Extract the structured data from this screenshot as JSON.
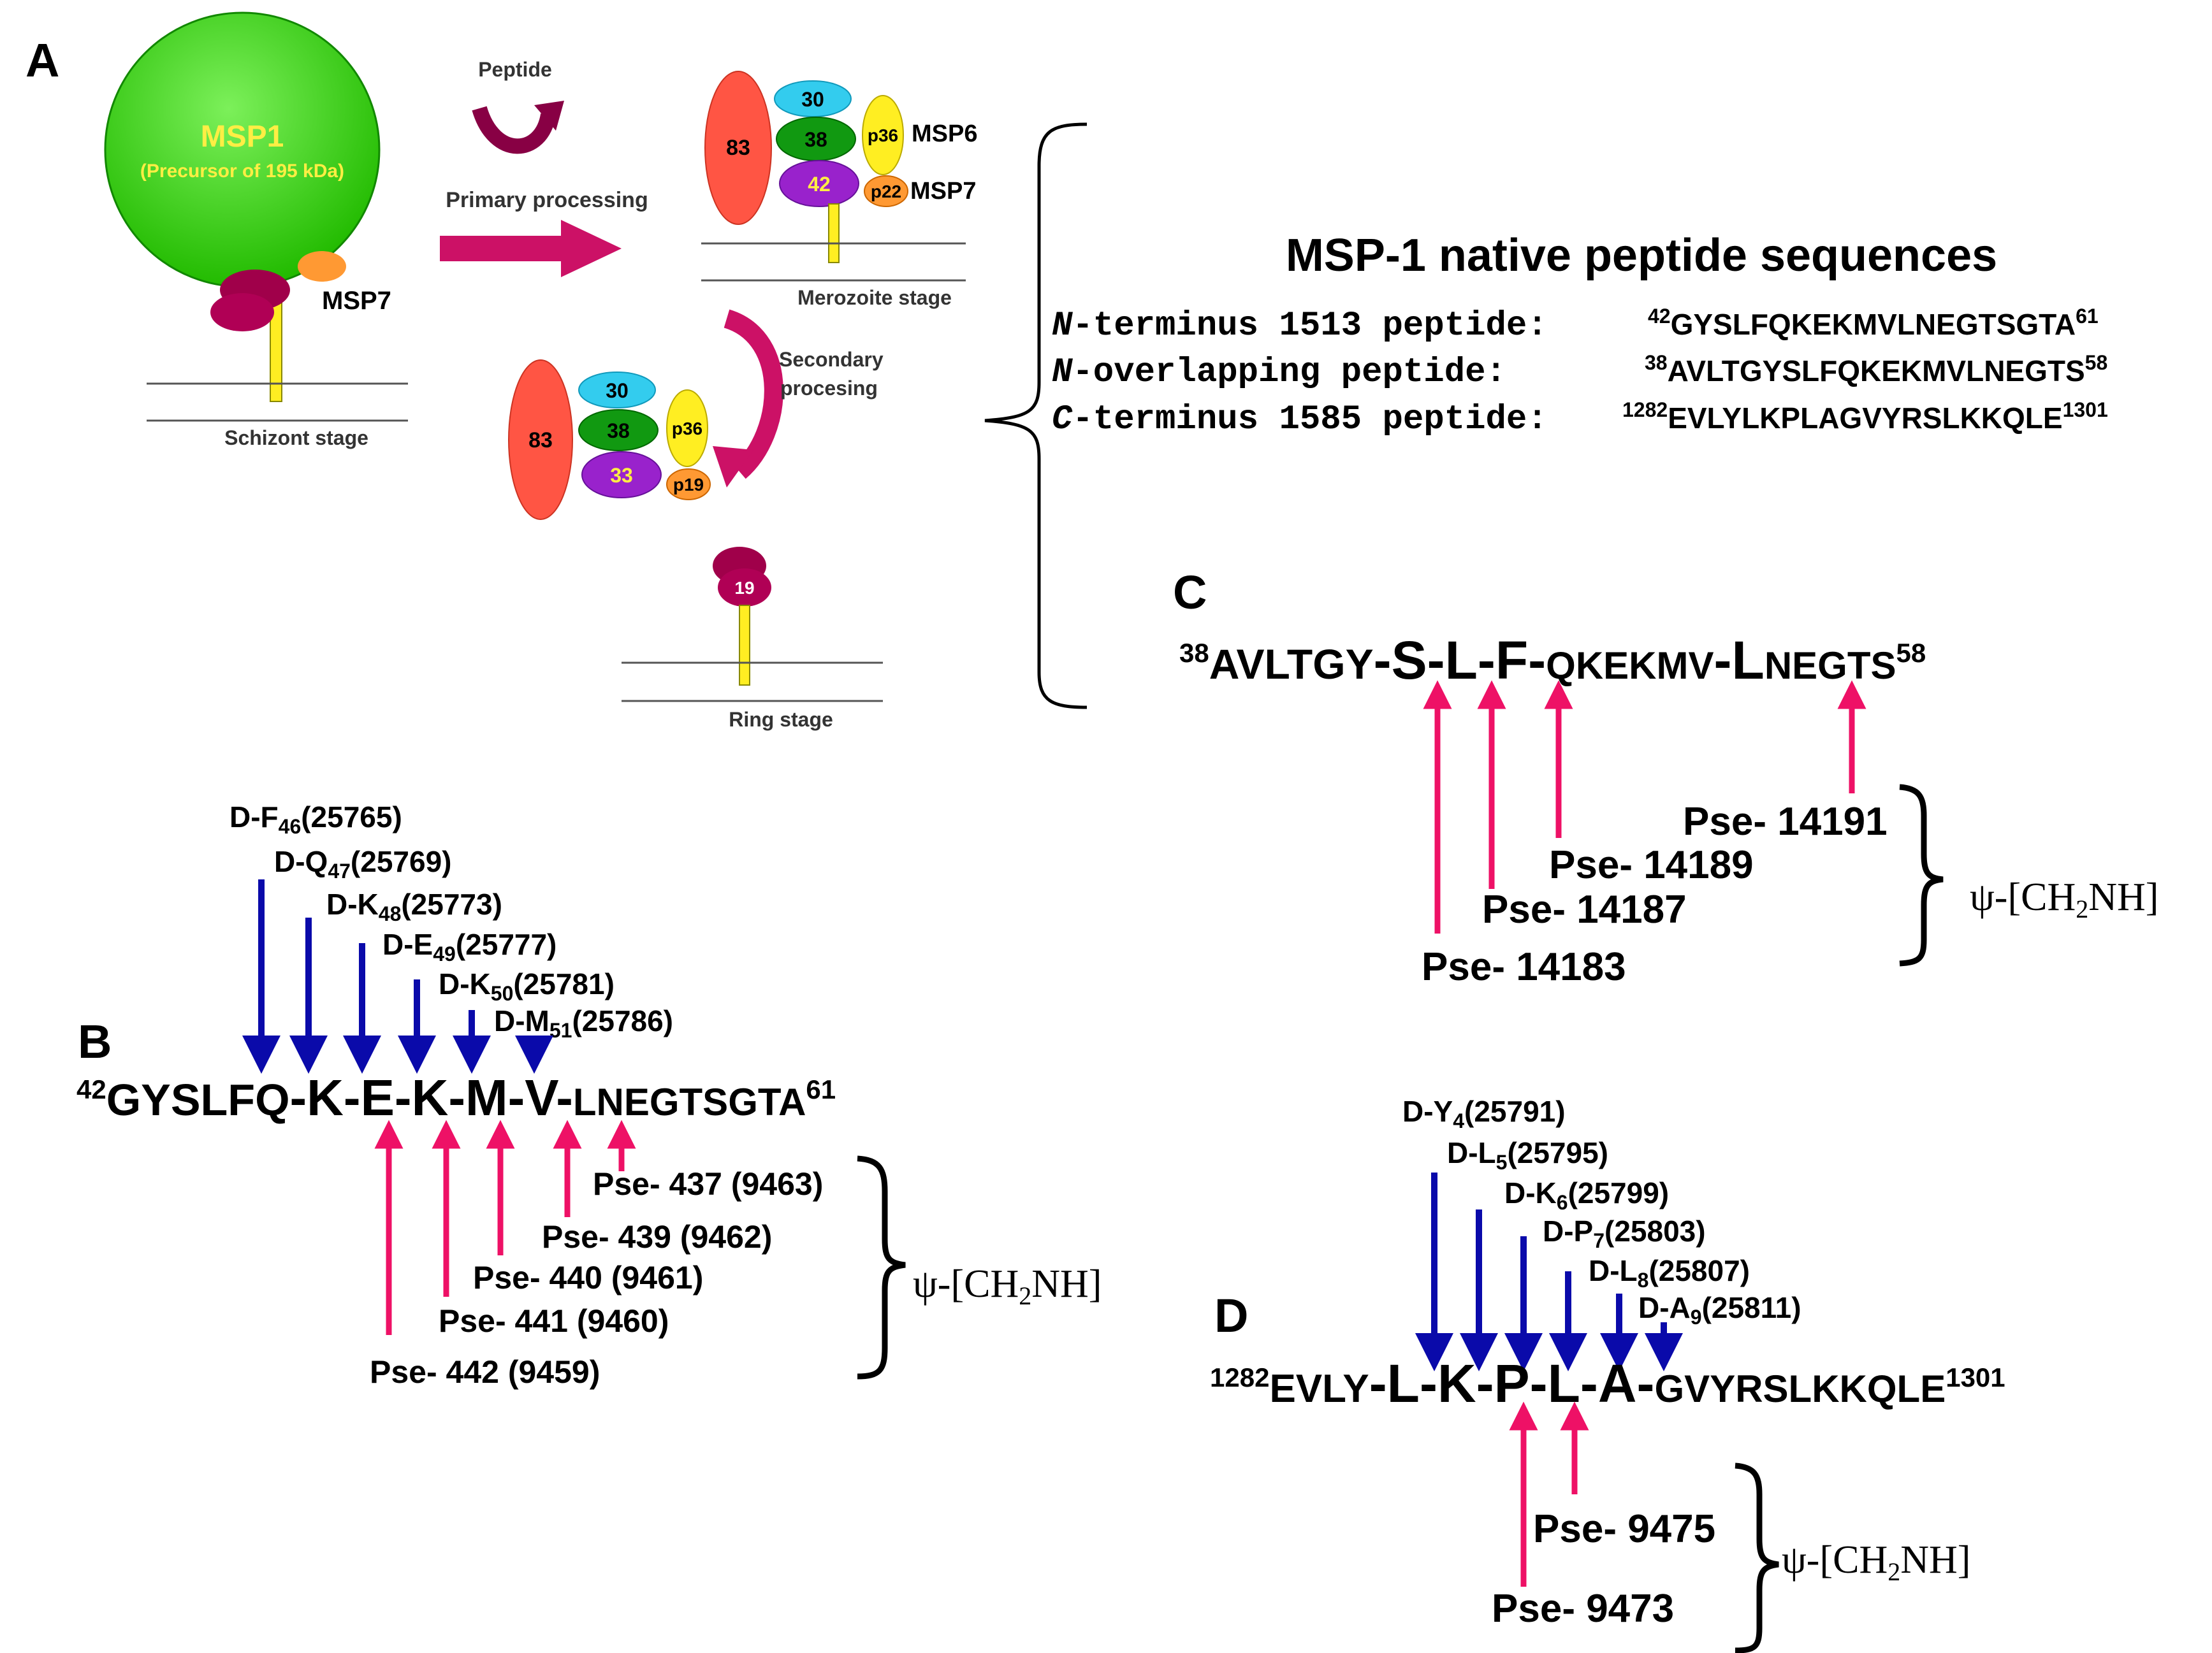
{
  "panel_a": {
    "letter": "A",
    "msp1_title": "MSP1",
    "msp1_subtitle": "(Precursor  of 195 kDa)",
    "msp7_label": "MSP7",
    "schizont_label": "Schizont stage",
    "peptide_label": "Peptide",
    "primary_label": "Primary processing",
    "merozoite_label": "Merozoite stage",
    "secondary_label_1": "Secondary",
    "secondary_label_2": "procesing",
    "ring_label": "Ring stage",
    "frag_83": "83",
    "frag_30": "30",
    "frag_38": "38",
    "frag_42": "42",
    "frag_33": "33",
    "frag_19": "19",
    "p36": "p36",
    "p22": "p22",
    "p19": "p19",
    "msp6_label": "MSP6",
    "msp7_label_2": "MSP7",
    "colors": {
      "msp1": "#33cc00",
      "red": "#ff5544",
      "cyan": "#33ccee",
      "green": "#119911",
      "purple": "#9922cc",
      "yellow": "#ffee22",
      "orange": "#ff9933",
      "magenta": "#aa0055",
      "arrow": "#cc1166"
    }
  },
  "native": {
    "title": "MSP-1 native peptide sequences",
    "rows": [
      {
        "italic": "N",
        "label": "-terminus 1513 peptide:",
        "start": "42",
        "seq": "GYSLFQKEKMVLNEGTSGTA",
        "end": "61"
      },
      {
        "italic": "N",
        "label": "-overlapping peptide:",
        "start": "38",
        "seq": "AVLTGYSLFQKEKMVLNEGTS",
        "end": "58"
      },
      {
        "italic": "C",
        "label": "-terminus 1585 peptide:",
        "start": "1282",
        "seq": "EVLYLKPLAGVYRSLKKQLE",
        "end": "1301"
      }
    ]
  },
  "panel_b": {
    "letter": "B",
    "seq_start": "42",
    "seq_a": "GYSLFQ",
    "seq_b": "-K-E-K-M-V-",
    "seq_c": "LNEGTSGTA",
    "seq_end": "61",
    "d_labels": [
      {
        "p": "D-F",
        "s": "46",
        "n": "(25765)"
      },
      {
        "p": "D-Q",
        "s": "47",
        "n": "(25769)"
      },
      {
        "p": "D-K",
        "s": "48",
        "n": "(25773)"
      },
      {
        "p": "D-E",
        "s": "49",
        "n": "(25777)"
      },
      {
        "p": "D-K",
        "s": "50",
        "n": "(25781)"
      },
      {
        "p": "D-M",
        "s": "51",
        "n": "(25786)"
      }
    ],
    "pse_labels": [
      "Pse- 437 (9463)",
      "Pse- 439 (9462)",
      "Pse- 440 (9461)",
      "Pse- 441 (9460)",
      "Pse- 442 (9459)"
    ],
    "psi_a": "ψ-[CH",
    "psi_sub": "2",
    "psi_b": "NH]"
  },
  "panel_c": {
    "letter": "C",
    "seq_start": "38",
    "seq_a": "AVLTGY",
    "seq_b": "-S-L-F-",
    "seq_c": "QKEKMV",
    "seq_d": "-L",
    "seq_e": "NEGTS",
    "seq_end": "58",
    "pse_labels": [
      "Pse- 14191",
      "Pse- 14189",
      "Pse- 14187",
      "Pse- 14183"
    ],
    "psi_a": "ψ-[CH",
    "psi_sub": "2",
    "psi_b": "NH]"
  },
  "panel_d": {
    "letter": "D",
    "seq_start": "1282",
    "seq_a": "EVLY",
    "seq_b": "-L-K-P-L-A-",
    "seq_c": "GVYRSLKKQLE",
    "seq_end": "1301",
    "d_labels": [
      {
        "p": "D-Y",
        "s": "4",
        "n": "(25791)"
      },
      {
        "p": "D-L",
        "s": "5",
        "n": "(25795)"
      },
      {
        "p": "D-K",
        "s": "6",
        "n": "(25799)"
      },
      {
        "p": "D-P",
        "s": "7",
        "n": "(25803)"
      },
      {
        "p": "D-L",
        "s": "8",
        "n": "(25807)"
      },
      {
        "p": "D-A",
        "s": "9",
        "n": "(25811)"
      }
    ],
    "pse_labels": [
      "Pse- 9475",
      "Pse- 9473"
    ],
    "psi_a": "ψ-[CH",
    "psi_sub": "2",
    "psi_b": "NH]"
  }
}
